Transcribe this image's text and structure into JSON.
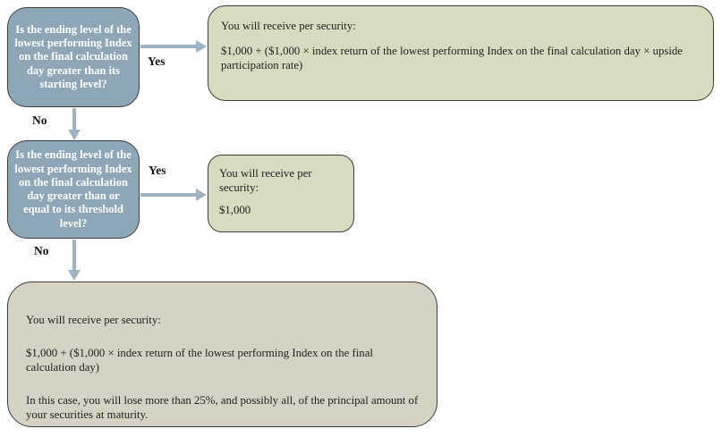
{
  "colors": {
    "question_fill": "#8da7b8",
    "question_border": "#3d3d3d",
    "answer_fill": "#d9dbc0",
    "outcome_fill": "#d6d2c4",
    "box_border": "#3d3d3d",
    "arrow": "#9db2c2",
    "question_text": "#ffffff",
    "body_text": "#1f1f1f"
  },
  "flowchart": {
    "question1": {
      "text": "Is the ending level of the lowest performing Index on the final calculation day greater than its starting level?",
      "yes_label": "Yes",
      "no_label": "No"
    },
    "result1": {
      "heading": "You will receive per security:",
      "body": "$1,000 + ($1,000 × index return of the lowest performing Index on the final calculation day × upside participation rate)"
    },
    "question2": {
      "text": "Is the ending level of the lowest performing Index on the final calculation day greater than or equal to its threshold level?",
      "yes_label": "Yes",
      "no_label": "No"
    },
    "result2": {
      "heading": "You will receive per security:",
      "body": "$1,000"
    },
    "result3": {
      "heading": "You will receive per security:",
      "body1": "$1,000 + ($1,000 × index return of the lowest performing Index on the final calculation day)",
      "body2": "In this case, you will lose more than 25%, and possibly all, of the principal amount of your securities at maturity."
    }
  }
}
